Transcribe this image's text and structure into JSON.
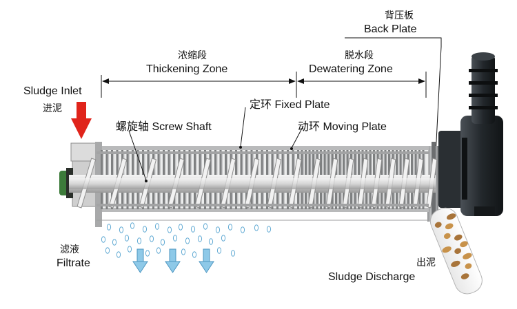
{
  "labels": {
    "back_plate_zh": "背压板",
    "back_plate_en": "Back Plate",
    "thickening_zh": "浓缩段",
    "thickening_en": "Thickening Zone",
    "dewatering_zh": "脱水段",
    "dewatering_en": "Dewatering Zone",
    "sludge_inlet_en": "Sludge Inlet",
    "sludge_inlet_zh": "进泥",
    "fixed_plate": "定环 Fixed Plate",
    "screw_shaft": "螺旋轴 Screw Shaft",
    "moving_plate": "动环 Moving Plate",
    "filtrate_zh": "滤液",
    "filtrate_en": "Filtrate",
    "discharge_zh": "出泥",
    "discharge_en": "Sludge Discharge"
  },
  "colors": {
    "inlet_arrow": "#e0241b",
    "filtrate_arrow": "#8ec9e8",
    "motor": "#1c2024",
    "machine_frame": "#d9dadb",
    "screw": "#e6e6e6",
    "sludge": "#c8924a"
  }
}
